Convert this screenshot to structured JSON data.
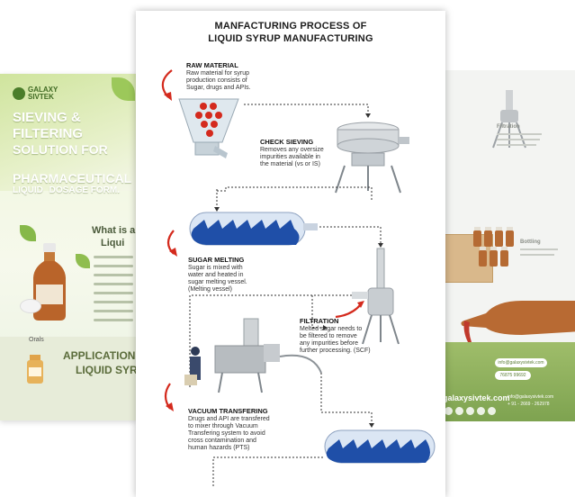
{
  "left_brochure": {
    "brand": "GALAXY\nSIVTEK",
    "hero_lines": [
      "SIEVING &",
      "FILTERING",
      "SOLUTION FOR",
      "PHARMACEUTICAL",
      "LIQUID",
      "DOSAGE FORM."
    ],
    "what_title": "What is a",
    "what_title2": "Liqui",
    "applications_title": "APPLICATIONS",
    "applications_title2": "LIQUID SYRU",
    "orals_label": "Orals"
  },
  "right_brochure": {
    "filtration_note": "Filtration",
    "bottling_note": "Bottling",
    "email": "info@galaxysivtek.com",
    "phone": "76875 99692",
    "website": "galaxysivtek.com",
    "contact_email": "info@galaxysivtek.com",
    "contact_phone": "+ 91 - 2669 - 262978"
  },
  "infographic": {
    "title_line1": "MANFACTURING PROCESS OF",
    "title_line2": "LIQUID SYRUP MANUFACTURING",
    "steps": [
      {
        "title": "RAW MATERIAL",
        "desc": [
          "Raw material for syrup",
          "production consists of",
          "Sugar, drugs and APIs."
        ]
      },
      {
        "title": "CHECK SIEVING",
        "desc": [
          "Removes any oversize",
          "impurities available in",
          "the material (vs or IS)"
        ]
      },
      {
        "title": "SUGAR MELTING",
        "desc": [
          "Sugar is mixed with",
          "water and heated in",
          "sugar melting vessel.",
          "(Melting vessel)"
        ]
      },
      {
        "title": "FILTRATION",
        "desc": [
          "Melted sugar needs to",
          "be filtered to remove",
          "any impurities before",
          "further processing. (SCF)"
        ]
      },
      {
        "title": "VACUUM TRANSFERING",
        "desc": [
          "Drugs and API are transfered",
          "to mixer through Vacuum",
          "Transfering system to avoid",
          "cross contamination and",
          "human hazards (PTS)"
        ]
      }
    ]
  },
  "colors": {
    "accent_red": "#d42a1d",
    "vessel_blue": "#1f4fa8",
    "brand_green": "#7ea350"
  }
}
